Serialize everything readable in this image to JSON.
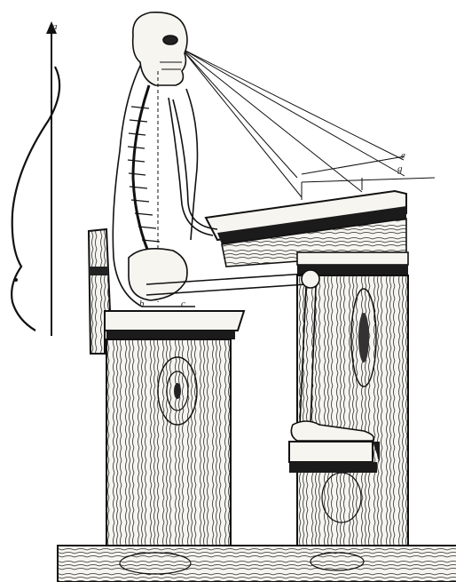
{
  "figure": {
    "labels": {
      "a": "a",
      "b": "b",
      "c": "c",
      "e": "e",
      "g": "g"
    }
  }
}
